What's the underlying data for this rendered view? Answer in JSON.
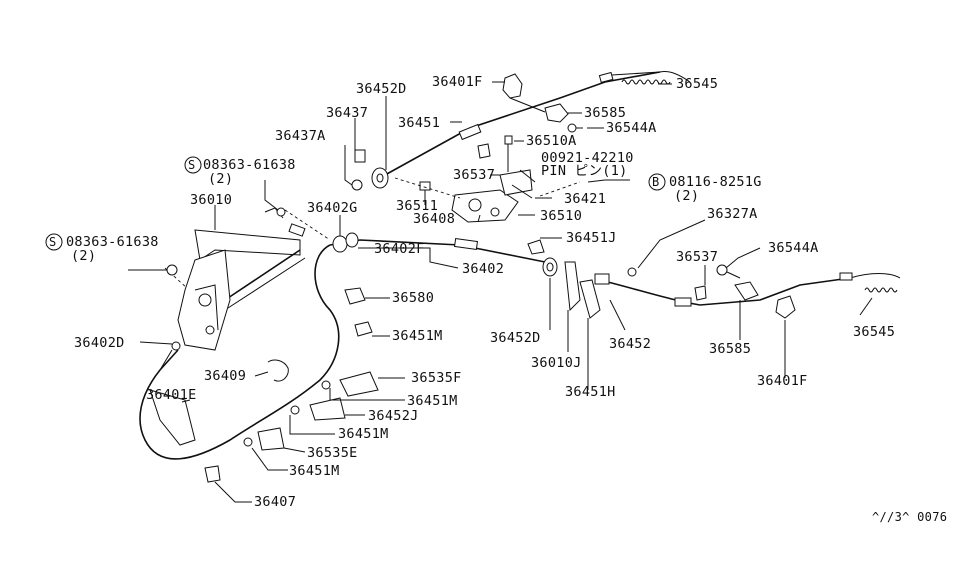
{
  "labels": {
    "l36401F_top": "36401F",
    "l36545_top": "36545",
    "l36452D_top": "36452D",
    "l36585_top": "36585",
    "l36437": "36437",
    "l36544A_top": "36544A",
    "l36451": "36451",
    "l36510A": "36510A",
    "l36437A": "36437A",
    "l00921": "00921-42210",
    "lpin": "PIN ピン(1)",
    "l36537_top": "36537",
    "s08363_top": "08363-61638",
    "s08363_top_qty": "(2)",
    "b08116": "08116-8251G",
    "b08116_qty": "(2)",
    "l36421": "36421",
    "l36010": "36010",
    "l36402G": "36402G",
    "l36511": "36511",
    "l36408": "36408",
    "l36510": "36510",
    "l36327A": "36327A",
    "s08363_left": "08363-61638",
    "s08363_left_qty": "(2)",
    "l36451J": "36451J",
    "l36537_right": "36537",
    "l36402F": "36402F",
    "l36544A_right": "36544A",
    "l36402": "36402",
    "l36580": "36580",
    "l36545_right": "36545",
    "l36451M_a": "36451M",
    "l36402D": "36402D",
    "l36452D_bottom": "36452D",
    "l36452": "36452",
    "l36585_bottom": "36585",
    "l36010J": "36010J",
    "l36409": "36409",
    "l36535F": "36535F",
    "l36401E": "36401E",
    "l36451M_b": "36451M",
    "l36451H": "36451H",
    "l36401F_bottom": "36401F",
    "l36452J": "36452J",
    "l36451M_c": "36451M",
    "l36535E": "36535E",
    "l36451M_d": "36451M",
    "l36407": "36407",
    "ref_code": "^//3^ 0076"
  },
  "symbols": {
    "s": "S",
    "b": "B"
  },
  "colors": {
    "ink": "#111111",
    "background": "#ffffff"
  }
}
